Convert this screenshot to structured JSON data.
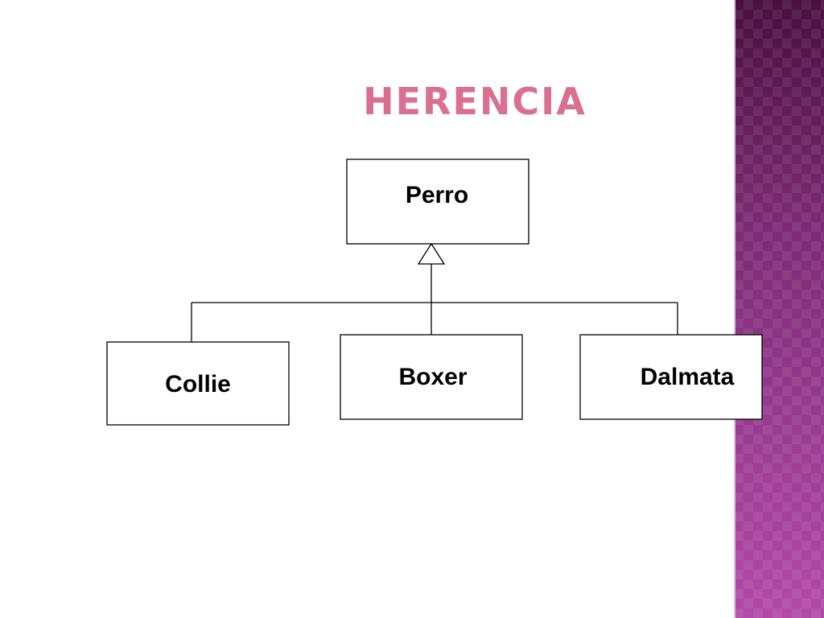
{
  "title": "HERENCIA",
  "diagram": {
    "type": "uml-inheritance",
    "parent": {
      "name": "Perro"
    },
    "children": [
      {
        "name": "Collie"
      },
      {
        "name": "Boxer"
      },
      {
        "name": "Dalmata"
      }
    ],
    "relation": "generalization"
  },
  "colors": {
    "title": "#d9708f",
    "side_band_top": "#4a0f3f",
    "side_band_bottom": "#b24aa8",
    "lines": "#000000"
  }
}
